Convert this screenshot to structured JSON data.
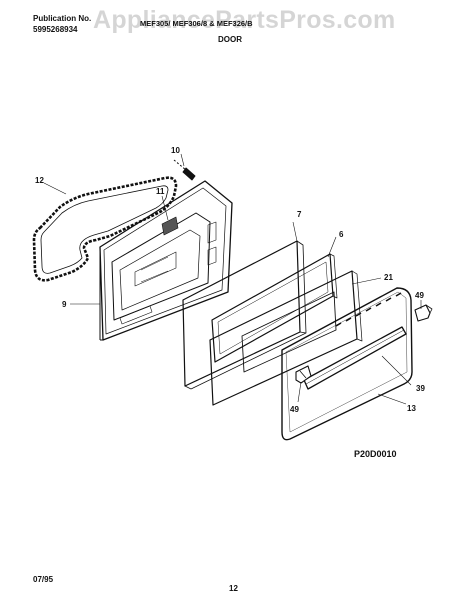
{
  "header": {
    "publication_label": "Publication No.",
    "publication_number": "5995268934",
    "models": "MEF305/ MEF306/8 & MEF326/B",
    "section_title": "DOOR"
  },
  "watermark": "AppliancePartsPros.com",
  "diagram": {
    "drawing_code": "P20D0010",
    "callouts": {
      "c12": "12",
      "c10": "10",
      "c11": "11",
      "c7": "7",
      "c6": "6",
      "c21": "21",
      "c9": "9",
      "c49a": "49",
      "c39": "39",
      "c49b": "49",
      "c13": "13"
    }
  },
  "footer": {
    "date": "07/95",
    "page": "12"
  }
}
